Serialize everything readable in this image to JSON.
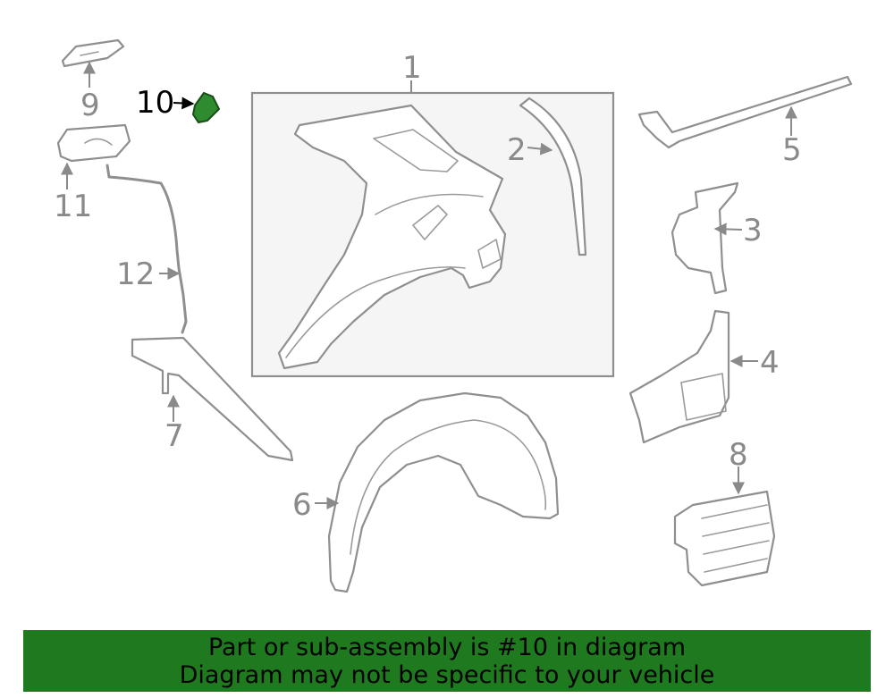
{
  "callouts": {
    "c1": "1",
    "c2": "2",
    "c3": "3",
    "c4": "4",
    "c5": "5",
    "c6": "6",
    "c7": "7",
    "c8": "8",
    "c9": "9",
    "c10": "10",
    "c11": "11",
    "c12": "12"
  },
  "highlight": {
    "part": "10",
    "color": "#2e8b2e"
  },
  "colors": {
    "banner_bg": "#1f7a1f",
    "line": "#8f8f8f",
    "box_bg": "#f5f5f5"
  },
  "banner": {
    "line1": "Part or sub-assembly is #10 in diagram",
    "line2": "Diagram may not be specific to your vehicle"
  }
}
